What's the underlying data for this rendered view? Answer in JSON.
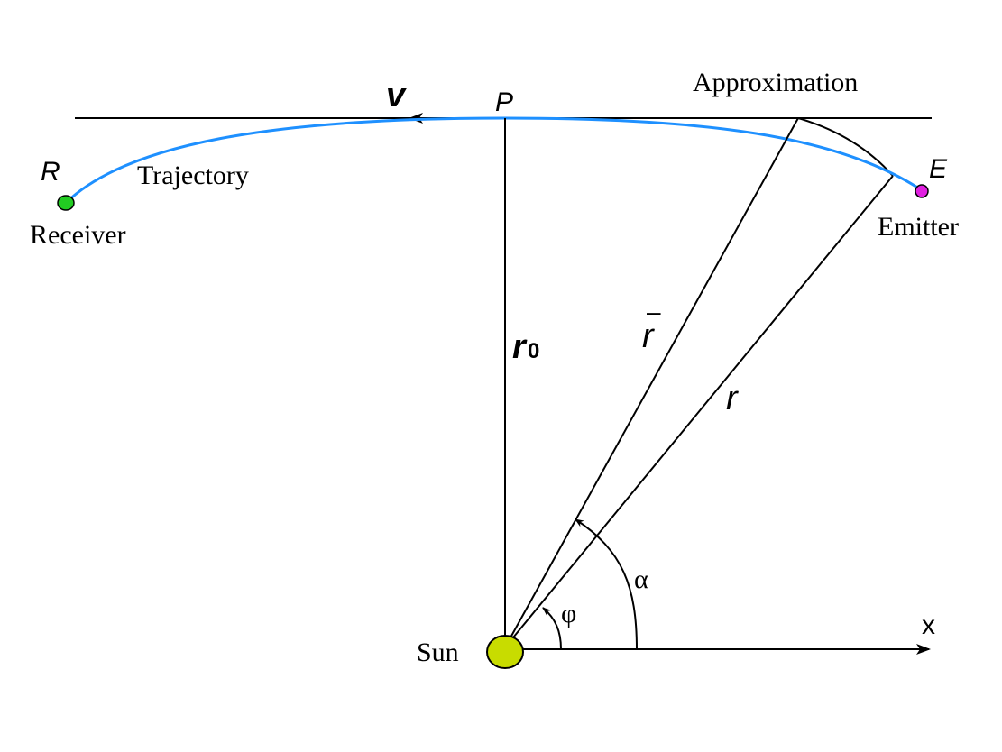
{
  "labels": {
    "approximation": "Approximation",
    "velocity": "v",
    "point_p": "P",
    "point_r": "R",
    "trajectory": "Trajectory",
    "receiver": "Receiver",
    "point_e": "E",
    "emitter": "Emitter",
    "r0_main": "r",
    "r0_sub": "0",
    "rbar": "r",
    "rbar_accent": "–",
    "r": "r",
    "alpha": "α",
    "phi": "φ",
    "sun": "Sun",
    "x_axis": "x"
  },
  "colors": {
    "trajectory": "#1e90ff",
    "receiver": "#22cc22",
    "emitter": "#e020e0",
    "sun": "#c8dc00",
    "lines": "#000000"
  }
}
